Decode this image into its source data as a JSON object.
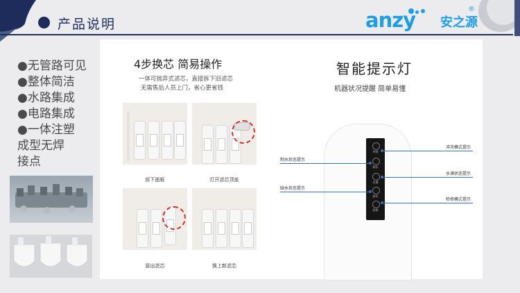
{
  "header": {
    "title": "产品说明"
  },
  "logo": {
    "latin": "anzy",
    "chinese": "安之源",
    "reg": "®"
  },
  "features": [
    "●无管路可见",
    "●整体简洁",
    "●水路集成",
    "●电路集成",
    "●一体注塑",
    "成型无焊",
    "接点"
  ],
  "panel": {
    "left": {
      "title": "4步换芯 简易操作",
      "desc": [
        "一体可抛弃式滤芯，直接拆下旧滤芯",
        "无需售后人员上门，省心更省钱"
      ],
      "steps": [
        "拆下面板",
        "打开滤芯顶盖",
        "拔出滤芯",
        "换上新滤芯"
      ]
    },
    "right": {
      "title": "智能提示灯",
      "subtitle": "机器状况提醒 简单易懂",
      "callouts_left": [
        "制水状态提示",
        "缺水状态提示"
      ],
      "callouts_right": [
        "冲洗模式提示",
        "水满状态提示",
        "检修模式提示"
      ],
      "panel_labels": [
        "冲洗",
        "制水",
        "水满",
        "缺水",
        "检修"
      ]
    }
  },
  "colors": {
    "navy": "#1d2c5a",
    "brand": "#1f9ee4",
    "red_circle": "#d0322b",
    "leader": "#3b6fb6"
  }
}
